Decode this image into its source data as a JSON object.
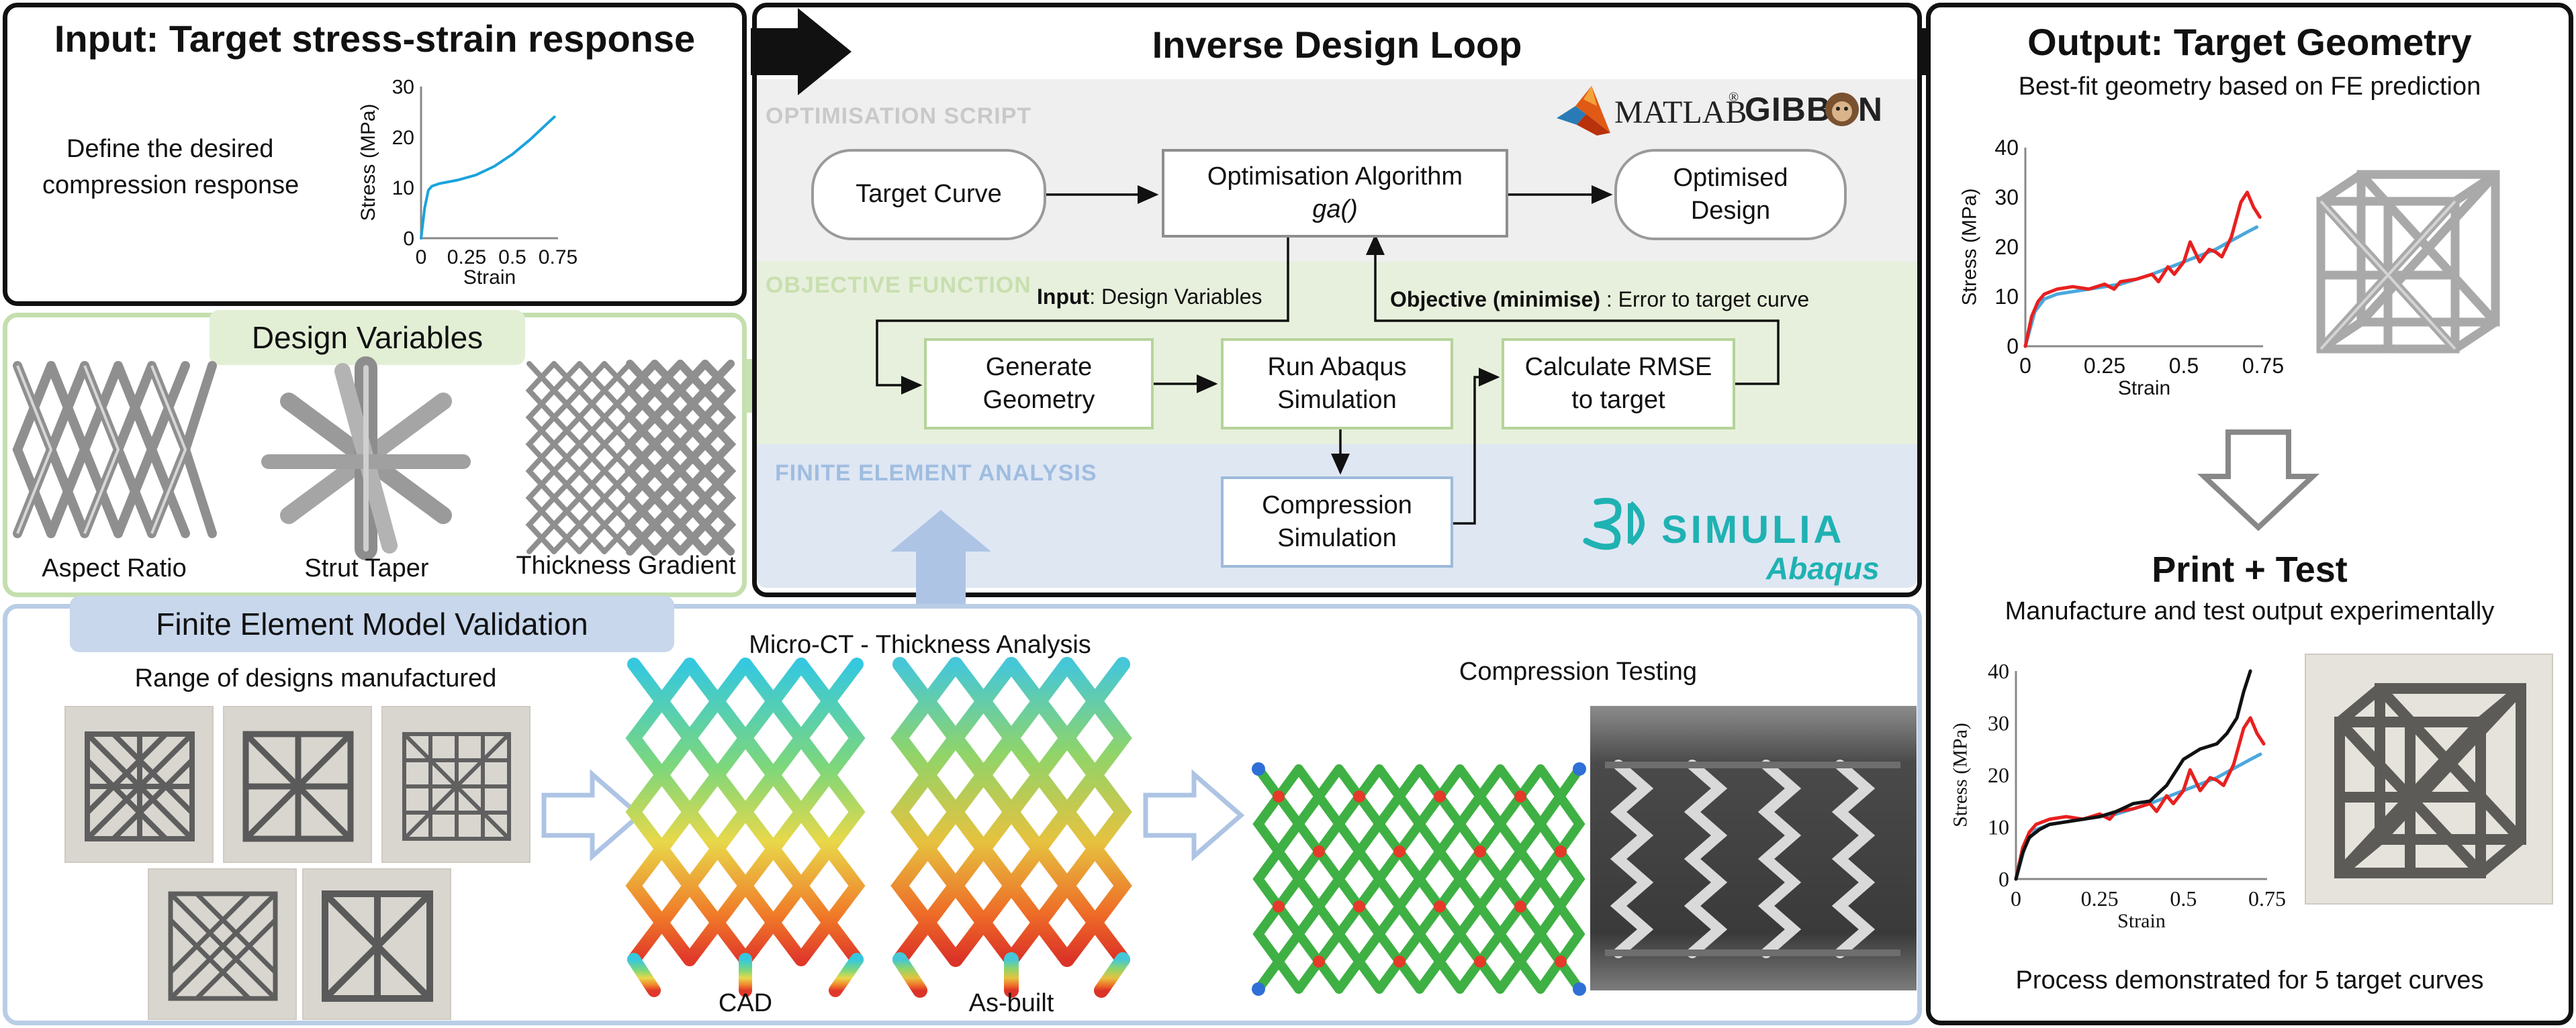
{
  "input_panel": {
    "title": "Input: Target stress-strain response",
    "description_line1": "Define the desired",
    "description_line2": "compression response",
    "chart_data": {
      "type": "line",
      "xlabel": "Strain",
      "ylabel": "Stress (MPa)",
      "xlim": [
        0,
        0.75
      ],
      "ylim": [
        0,
        30
      ],
      "xticks": [
        "0",
        "0.25",
        "0.5",
        "0.75"
      ],
      "yticks": [
        "0",
        "10",
        "20",
        "30"
      ],
      "series": [
        {
          "color": "#1aa3dc",
          "x": [
            0,
            0.02,
            0.04,
            0.06,
            0.1,
            0.2,
            0.3,
            0.4,
            0.5,
            0.6,
            0.7,
            0.73
          ],
          "y": [
            0,
            6,
            9.5,
            10.3,
            10.8,
            11.5,
            12.5,
            14.2,
            16.6,
            19.6,
            23,
            24
          ]
        }
      ]
    }
  },
  "design_variables": {
    "tag": "Design Variables",
    "labels": [
      "Aspect Ratio",
      "Strut Taper",
      "Thickness Gradient"
    ]
  },
  "loop": {
    "title": "Inverse Design Loop",
    "logos": {
      "matlab": "MATLAB",
      "matlab_mark": "®",
      "gibbon": "GIBBON",
      "simulia": "SIMULIA",
      "abaqus": "Abaqus"
    },
    "sections": [
      "OPTIMISATION SCRIPT",
      "OBJECTIVE FUNCTION",
      "FINITE ELEMENT ANALYSIS"
    ],
    "target_curve": "Target Curve",
    "opt_algorithm": "Optimisation Algorithm",
    "opt_func": "ga()",
    "optimised_line1": "Optimised",
    "optimised_line2": "Design",
    "input_bold": "Input",
    "input_rest": ": Design Variables",
    "objective_bold": "Objective (minimise)",
    "objective_rest": " : Error to target curve",
    "generate_line1": "Generate",
    "generate_line2": "Geometry",
    "run_line1": "Run Abaqus",
    "run_line2": "Simulation",
    "rmse_line1": "Calculate RMSE",
    "rmse_line2": "to target",
    "comp_line1": "Compression",
    "comp_line2": "Simulation"
  },
  "validation": {
    "tag": "Finite Element Model Validation",
    "range_label": "Range of designs manufactured",
    "microct_label": "Micro-CT - Thickness Analysis",
    "cad_label": "CAD",
    "asbuilt_label": "As-built",
    "compression_label": "Compression Testing"
  },
  "output": {
    "title": "Output: Target Geometry",
    "subtitle": "Best-fit geometry based on FE prediction",
    "print_title": "Print + Test",
    "print_subtitle": "Manufacture and test output experimentally",
    "footer": "Process demonstrated for 5 target curves",
    "chart_data": [
      {
        "type": "line",
        "xlabel": "Strain",
        "ylabel": "Stress (MPa)",
        "xlim": [
          0,
          0.75
        ],
        "ylim": [
          0,
          40
        ],
        "xticks": [
          "0",
          "0.25",
          "0.5",
          "0.75"
        ],
        "yticks": [
          "0",
          "10",
          "20",
          "30",
          "40"
        ],
        "series": [
          {
            "color": "#4aa8dc",
            "x": [
              0,
              0.03,
              0.06,
              0.1,
              0.2,
              0.3,
              0.4,
              0.5,
              0.6,
              0.7,
              0.73
            ],
            "y": [
              0,
              7,
              9.5,
              10.5,
              11.5,
              12.5,
              14.5,
              17,
              19.5,
              23,
              24
            ]
          },
          {
            "color": "#e8201f",
            "x": [
              0,
              0.02,
              0.04,
              0.06,
              0.1,
              0.15,
              0.2,
              0.25,
              0.28,
              0.3,
              0.35,
              0.4,
              0.42,
              0.45,
              0.47,
              0.5,
              0.52,
              0.55,
              0.58,
              0.6,
              0.62,
              0.65,
              0.68,
              0.7,
              0.72,
              0.74
            ],
            "y": [
              0,
              6,
              9,
              10.5,
              11.5,
              12,
              11.5,
              12.5,
              11.5,
              13,
              13.5,
              14.5,
              13,
              16,
              14.5,
              17,
              21,
              17,
              19.5,
              19,
              18,
              22,
              29,
              31,
              28,
              26
            ]
          }
        ]
      },
      {
        "type": "line",
        "xlabel": "Strain",
        "ylabel": "Stress (MPa)",
        "xlim": [
          0,
          0.75
        ],
        "ylim": [
          0,
          40
        ],
        "xticks": [
          "0",
          "0.25",
          "0.5",
          "0.75"
        ],
        "yticks": [
          "0",
          "10",
          "20",
          "30",
          "40"
        ],
        "series": [
          {
            "color": "#4aa8dc",
            "x": [
              0,
              0.03,
              0.06,
              0.1,
              0.2,
              0.3,
              0.4,
              0.5,
              0.6,
              0.7,
              0.73
            ],
            "y": [
              0,
              7,
              9.5,
              10.5,
              11.5,
              12.5,
              14.5,
              17,
              19.5,
              23,
              24
            ]
          },
          {
            "color": "#e8201f",
            "x": [
              0,
              0.02,
              0.04,
              0.06,
              0.1,
              0.15,
              0.2,
              0.25,
              0.28,
              0.3,
              0.35,
              0.4,
              0.42,
              0.45,
              0.47,
              0.5,
              0.52,
              0.55,
              0.58,
              0.6,
              0.62,
              0.65,
              0.68,
              0.7,
              0.72,
              0.74
            ],
            "y": [
              0,
              6,
              9,
              10.5,
              11.5,
              12,
              11.5,
              12.5,
              11.5,
              13,
              13.5,
              14.5,
              13,
              16,
              14.5,
              17,
              21,
              17,
              19.5,
              19,
              18,
              22,
              29,
              31,
              28,
              26
            ]
          },
          {
            "color": "#111111",
            "x": [
              0,
              0.02,
              0.04,
              0.07,
              0.1,
              0.15,
              0.2,
              0.25,
              0.3,
              0.35,
              0.4,
              0.45,
              0.5,
              0.55,
              0.6,
              0.63,
              0.66,
              0.68,
              0.7
            ],
            "y": [
              0,
              5,
              8,
              9.5,
              10.5,
              11,
              11.5,
              12,
              13,
              14.5,
              15,
              18,
              23,
              25,
              26,
              28,
              31,
              36,
              40
            ]
          }
        ]
      }
    ]
  }
}
